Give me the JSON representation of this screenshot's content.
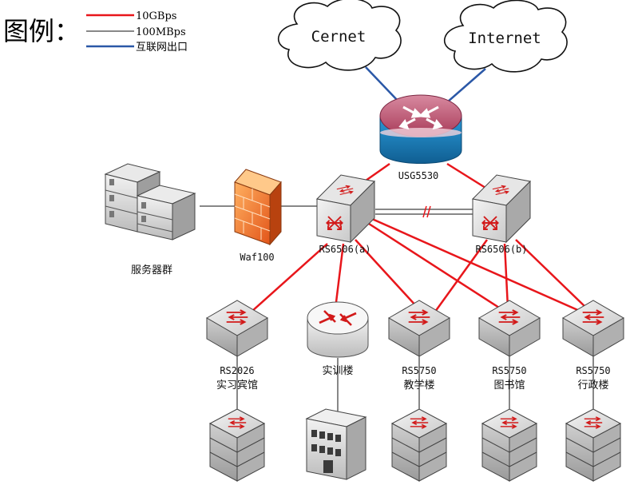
{
  "legend": {
    "title": "图例：",
    "items": [
      {
        "label": "10GBps",
        "color": "#e8161b",
        "kind": "10g"
      },
      {
        "label": "100MBps",
        "color": "#111111",
        "kind": "100m"
      },
      {
        "label": "互联网出口",
        "color": "#2b58a7",
        "kind": "internet"
      }
    ]
  },
  "clouds": {
    "cernet": "Cernet",
    "internet": "Internet"
  },
  "firewall": {
    "label": "USG5530"
  },
  "core": {
    "a": "RS6506(a)",
    "b": "RS6506(b)"
  },
  "waf": {
    "label": "Waf100"
  },
  "servers": {
    "label": "服务器群"
  },
  "access": {
    "hotel": {
      "model": "RS2026",
      "name": "实习宾馆"
    },
    "train": {
      "name": "实训楼"
    },
    "teach": {
      "model": "RS5750",
      "name": "教学楼"
    },
    "lib": {
      "model": "RS5750",
      "name": "图书馆"
    },
    "admin": {
      "model": "RS5750",
      "name": "行政楼"
    }
  },
  "colors": {
    "link_10g": "#e8161b",
    "link_100m": "#111111",
    "link_internet": "#2b58a7",
    "switch_face": "#d9d9d9",
    "router_top": "#b84a63",
    "router_body": "#1f7fba",
    "firewall": "#f07a1f"
  }
}
